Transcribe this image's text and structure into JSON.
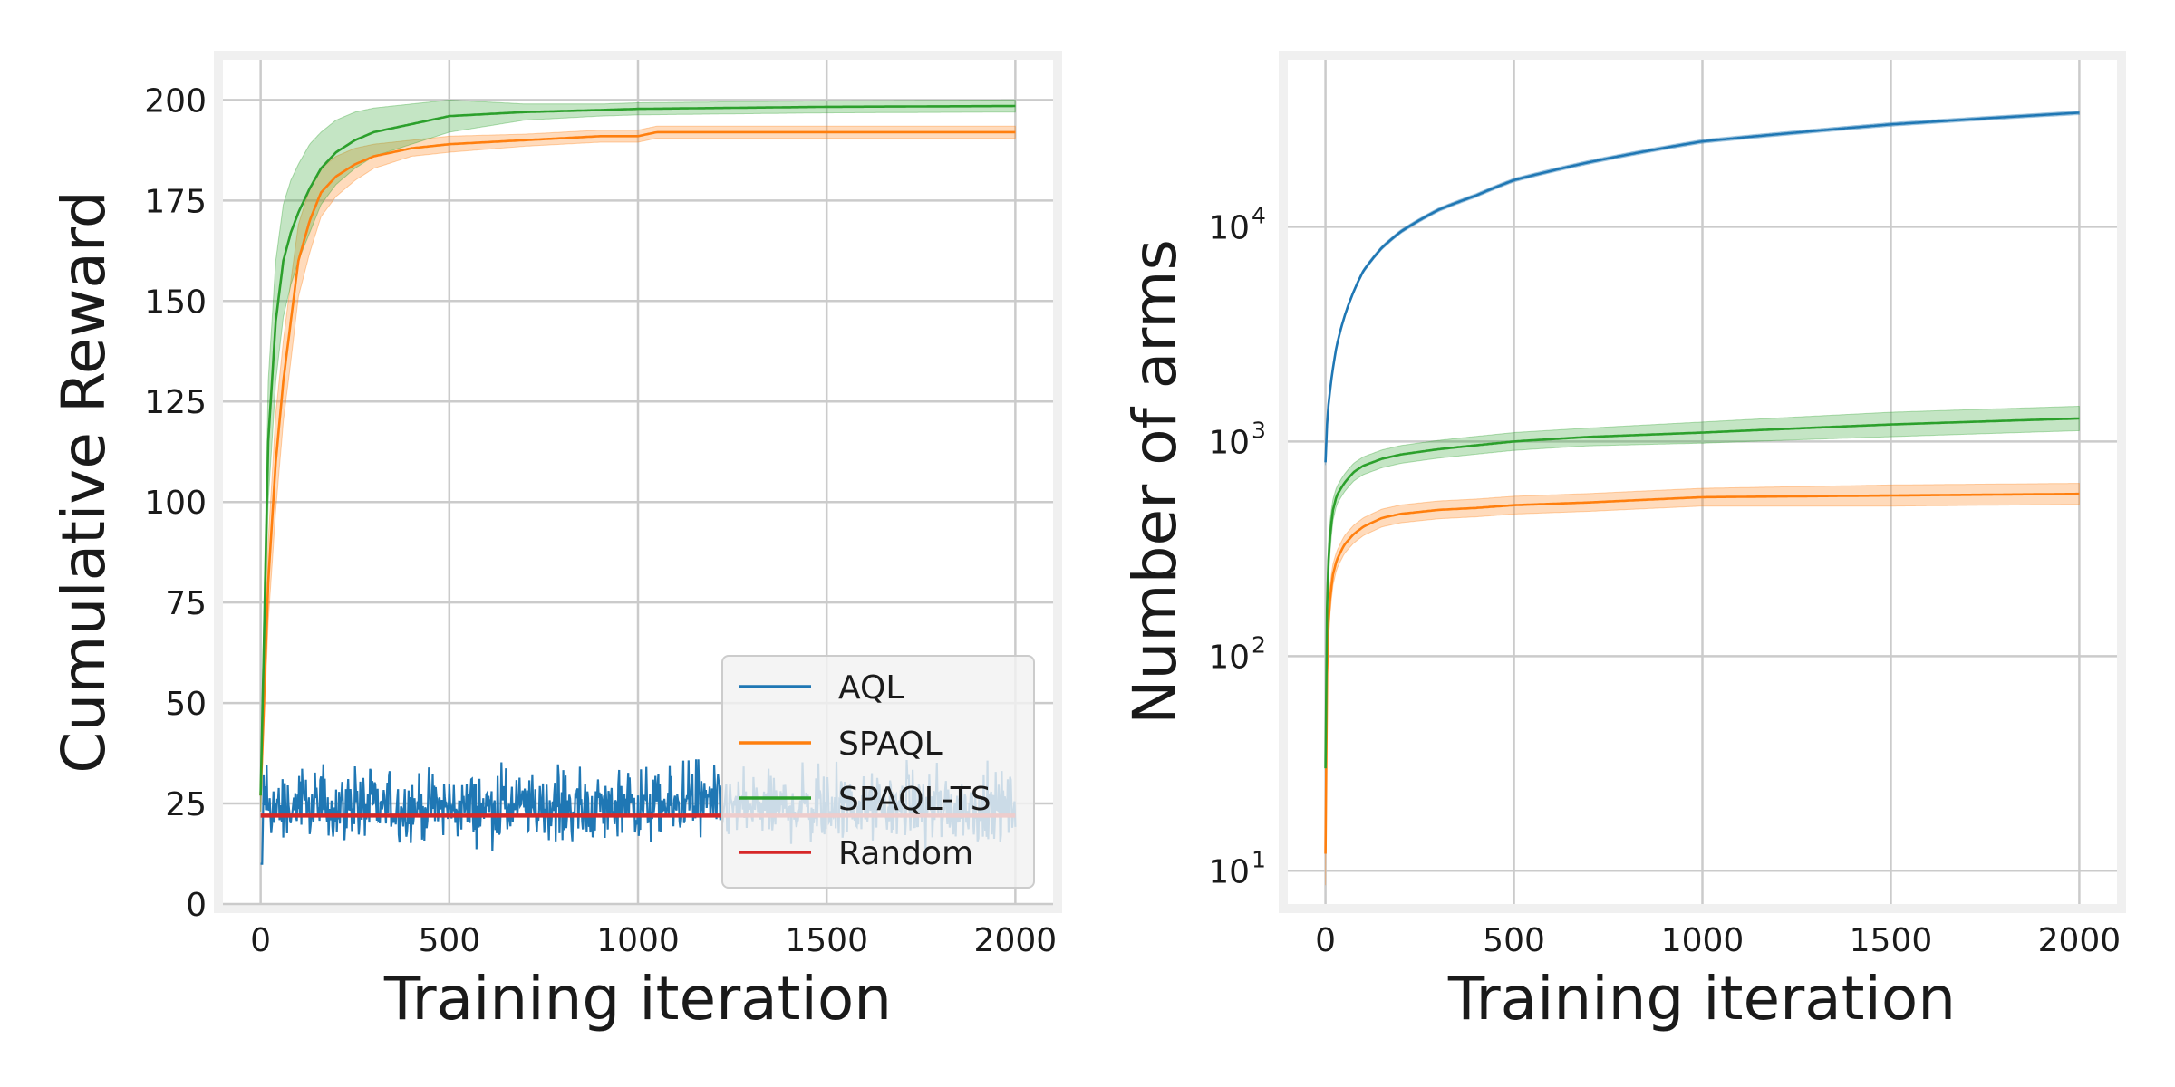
{
  "chart_data": [
    {
      "type": "line",
      "xlabel": "Training iteration",
      "ylabel": "Cumulative Reward",
      "xlim": [
        -100,
        2100
      ],
      "ylim": [
        0,
        210
      ],
      "xticks": [
        0,
        500,
        1000,
        1500,
        2000
      ],
      "xtick_labels": [
        "0",
        "500",
        "1000",
        "1500",
        "2000"
      ],
      "yticks": [
        0,
        25,
        50,
        75,
        100,
        125,
        150,
        175,
        200
      ],
      "ytick_labels": [
        "0",
        "25",
        "50",
        "75",
        "100",
        "125",
        "150",
        "175",
        "200"
      ],
      "grid": true,
      "legend": {
        "placement": "lower-right",
        "entries": [
          {
            "name": "AQL",
            "color": "#1f77b4"
          },
          {
            "name": "SPAQL",
            "color": "#ff7f0e"
          },
          {
            "name": "SPAQL-TS",
            "color": "#2ca02c"
          },
          {
            "name": "Random",
            "color": "#d62728"
          }
        ]
      },
      "series": [
        {
          "name": "AQL",
          "color": "#1f77b4",
          "style": "noisy",
          "x": [
            0,
            2000
          ],
          "mean": 22,
          "low": 12,
          "high": 36
        },
        {
          "name": "SPAQL",
          "color": "#ff7f0e",
          "x": [
            0,
            20,
            40,
            60,
            80,
            100,
            130,
            160,
            200,
            250,
            300,
            400,
            500,
            700,
            900,
            1000,
            1050,
            1500,
            2000
          ],
          "y": [
            27,
            80,
            110,
            130,
            145,
            160,
            170,
            177,
            181,
            184,
            186,
            188,
            189,
            190,
            191,
            191,
            192,
            192,
            192
          ],
          "band": [
            4,
            10,
            12,
            10,
            10,
            9,
            8,
            6,
            5,
            4,
            3,
            2,
            2,
            1.5,
            1.5,
            1.5,
            1.5,
            1.5,
            1.5
          ]
        },
        {
          "name": "SPAQL-TS",
          "color": "#2ca02c",
          "x": [
            0,
            20,
            40,
            60,
            80,
            100,
            130,
            160,
            200,
            250,
            300,
            400,
            500,
            700,
            900,
            1000,
            1200,
            1500,
            2000
          ],
          "y": [
            27,
            115,
            145,
            160,
            167,
            172,
            178,
            183,
            187,
            190,
            192,
            194,
            196,
            197,
            197.5,
            197.8,
            198,
            198.3,
            198.5
          ],
          "band": [
            4,
            15,
            15,
            14,
            13,
            12,
            11,
            9,
            8,
            7,
            6,
            5,
            4,
            2,
            1.5,
            1.5,
            1.5,
            1.5,
            1.5
          ]
        },
        {
          "name": "Random",
          "color": "#d62728",
          "x": [
            0,
            2000
          ],
          "y": [
            22,
            22
          ]
        }
      ]
    },
    {
      "type": "line",
      "xlabel": "Training iteration",
      "ylabel": "Number of arms",
      "yscale": "log",
      "xlim": [
        -100,
        2100
      ],
      "ylim": [
        7,
        60000
      ],
      "xticks": [
        0,
        500,
        1000,
        1500,
        2000
      ],
      "xtick_labels": [
        "0",
        "500",
        "1000",
        "1500",
        "2000"
      ],
      "yticks": [
        10,
        100,
        1000,
        10000
      ],
      "ytick_bases": [
        "10",
        "10",
        "10",
        "10"
      ],
      "ytick_exponents": [
        "1",
        "2",
        "3",
        "4"
      ],
      "grid": true,
      "series": [
        {
          "name": "AQL",
          "color": "#1f77b4",
          "x": [
            0,
            5,
            10,
            20,
            30,
            50,
            75,
            100,
            150,
            200,
            300,
            400,
            500,
            700,
            1000,
            1500,
            2000
          ],
          "y": [
            800,
            1300,
            1600,
            2200,
            2800,
            3800,
            5000,
            6200,
            8000,
            9500,
            12000,
            14000,
            16500,
            20000,
            25000,
            30000,
            34000
          ],
          "band": [
            1.03,
            1.03,
            1.03,
            1.02,
            1.02,
            1.02,
            1.02,
            1.02,
            1.02,
            1.02,
            1.02,
            1.02,
            1.02,
            1.02,
            1.02,
            1.02,
            1.02
          ]
        },
        {
          "name": "SPAQL",
          "color": "#ff7f0e",
          "x": [
            0,
            5,
            10,
            20,
            30,
            50,
            75,
            100,
            150,
            200,
            300,
            400,
            500,
            700,
            1000,
            1500,
            2000
          ],
          "y": [
            12,
            100,
            170,
            240,
            280,
            330,
            370,
            400,
            440,
            460,
            480,
            490,
            505,
            520,
            550,
            560,
            570
          ],
          "band": [
            1.4,
            1.25,
            1.18,
            1.12,
            1.1,
            1.1,
            1.1,
            1.1,
            1.1,
            1.1,
            1.1,
            1.1,
            1.1,
            1.1,
            1.1,
            1.12,
            1.12
          ]
        },
        {
          "name": "SPAQL-TS",
          "color": "#2ca02c",
          "x": [
            0,
            5,
            10,
            20,
            30,
            50,
            75,
            100,
            150,
            200,
            300,
            400,
            500,
            700,
            1000,
            1500,
            2000
          ],
          "y": [
            30,
            200,
            330,
            480,
            560,
            640,
            720,
            770,
            830,
            870,
            920,
            960,
            1000,
            1050,
            1100,
            1200,
            1280
          ],
          "band": [
            1.4,
            1.3,
            1.2,
            1.12,
            1.1,
            1.1,
            1.1,
            1.1,
            1.1,
            1.1,
            1.1,
            1.1,
            1.1,
            1.1,
            1.12,
            1.14,
            1.14
          ]
        }
      ]
    }
  ]
}
